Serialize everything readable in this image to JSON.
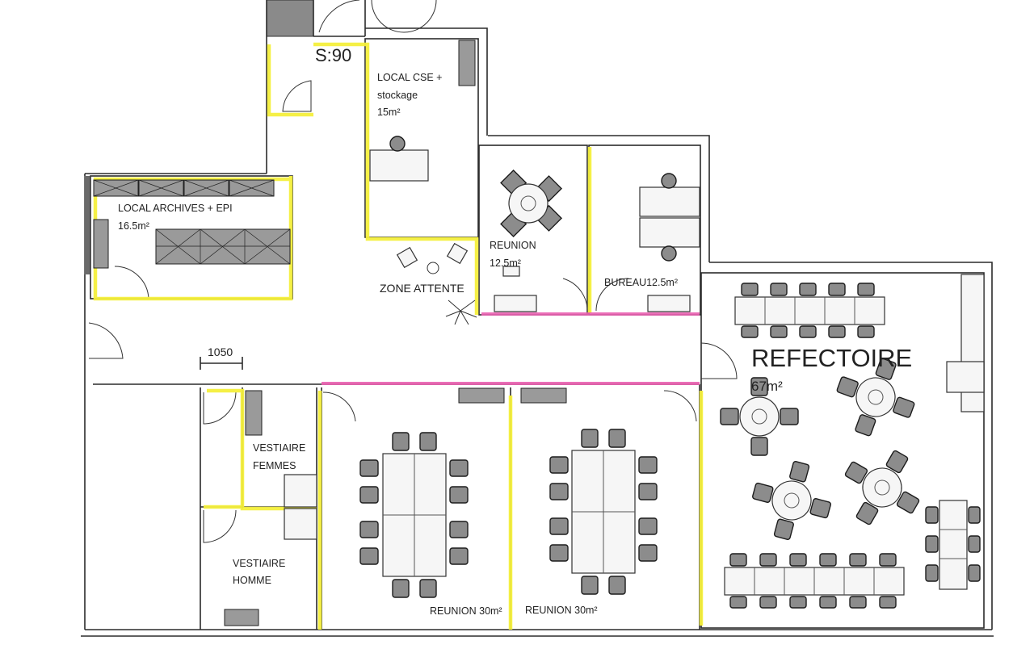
{
  "plan": {
    "rooms": {
      "local_cse": {
        "line1": "LOCAL CSE +",
        "line2": "stockage",
        "area": "15m²"
      },
      "archives": {
        "name": "LOCAL ARCHIVES + EPI",
        "area": "16.5m²"
      },
      "reunion_small": {
        "name": "REUNION",
        "area": "12.5m²"
      },
      "bureau": {
        "name": "BUREAU12.5m²"
      },
      "zone_attente": {
        "name": "ZONE ATTENTE"
      },
      "refectoire": {
        "name": "REFECTOIRE",
        "area": "67m²"
      },
      "vestiaire_femmes": {
        "line1": "VESTIAIRE",
        "line2": "FEMMES"
      },
      "vestiaire_homme": {
        "line1": "VESTIAIRE",
        "line2": "HOMME"
      },
      "reunion_left": {
        "name": "REUNION 30m²"
      },
      "reunion_right": {
        "name": "REUNION 30m²"
      }
    },
    "labels": {
      "stair": "S:90",
      "dimension": "1050"
    },
    "colors": {
      "wall": "#2b2b2b",
      "highlight_yellow": "#f4ef3c",
      "highlight_pink": "#e95fb0",
      "furniture": "#8c8c8c"
    }
  }
}
